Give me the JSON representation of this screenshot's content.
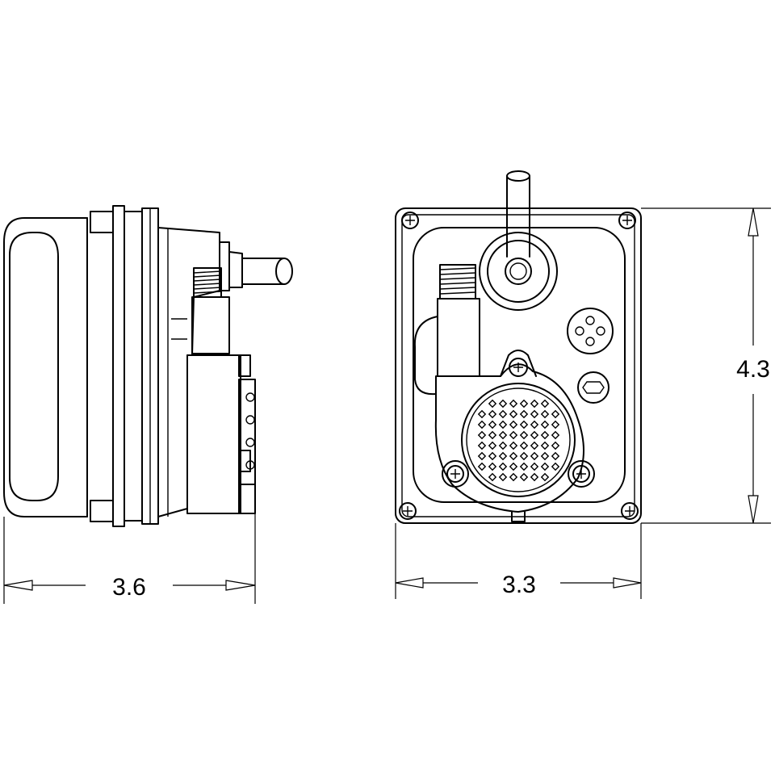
{
  "dimensions": {
    "side_width": "3.6",
    "front_width": "3.3",
    "front_height": "4.3"
  }
}
